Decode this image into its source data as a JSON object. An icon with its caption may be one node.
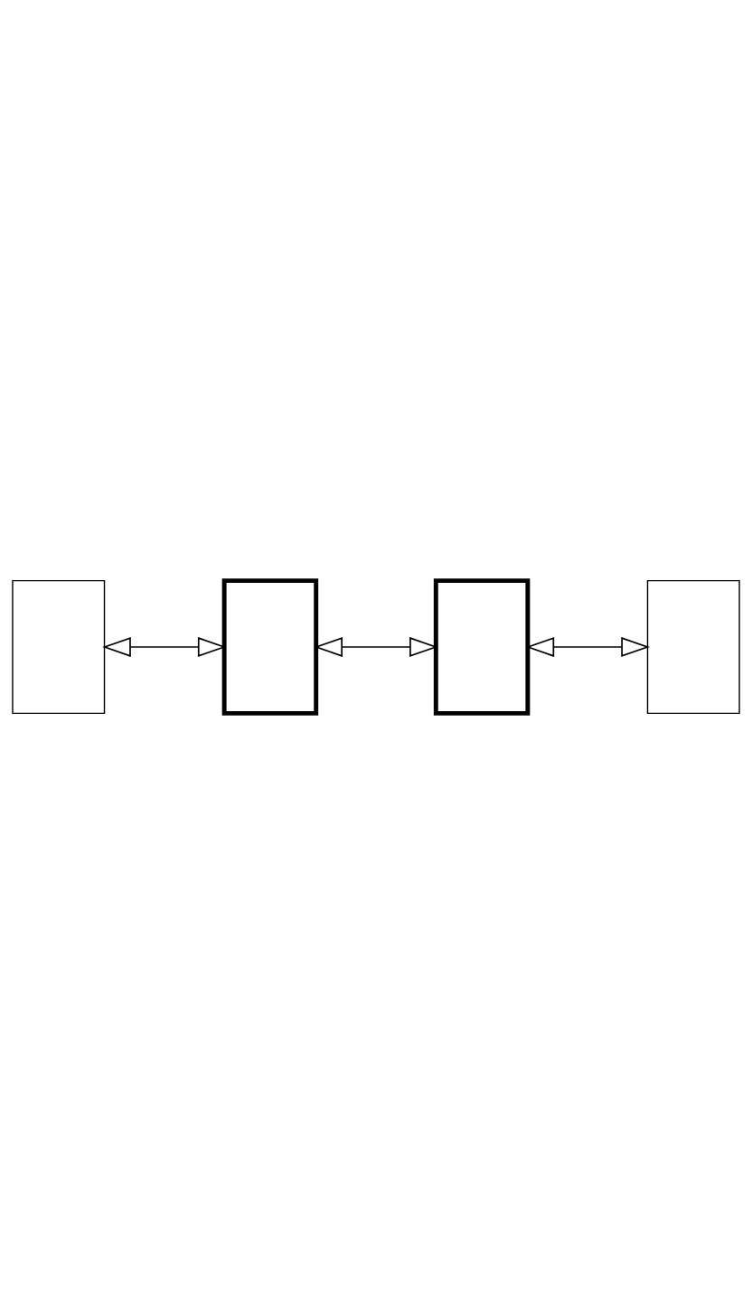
{
  "diagram": {
    "nodes": [
      {
        "text": [],
        "shape": "box"
      },
      {
        "text": [],
        "shape": "box"
      },
      {
        "text": [],
        "shape": "box"
      },
      {
        "text": [],
        "shape": "box"
      }
    ],
    "edges": [
      {
        "from": 0,
        "to": 1,
        "arrow": "both"
      },
      {
        "from": 1,
        "to": 2,
        "arrow": "both"
      },
      {
        "from": 2,
        "to": 3,
        "arrow": "both"
      }
    ]
  }
}
